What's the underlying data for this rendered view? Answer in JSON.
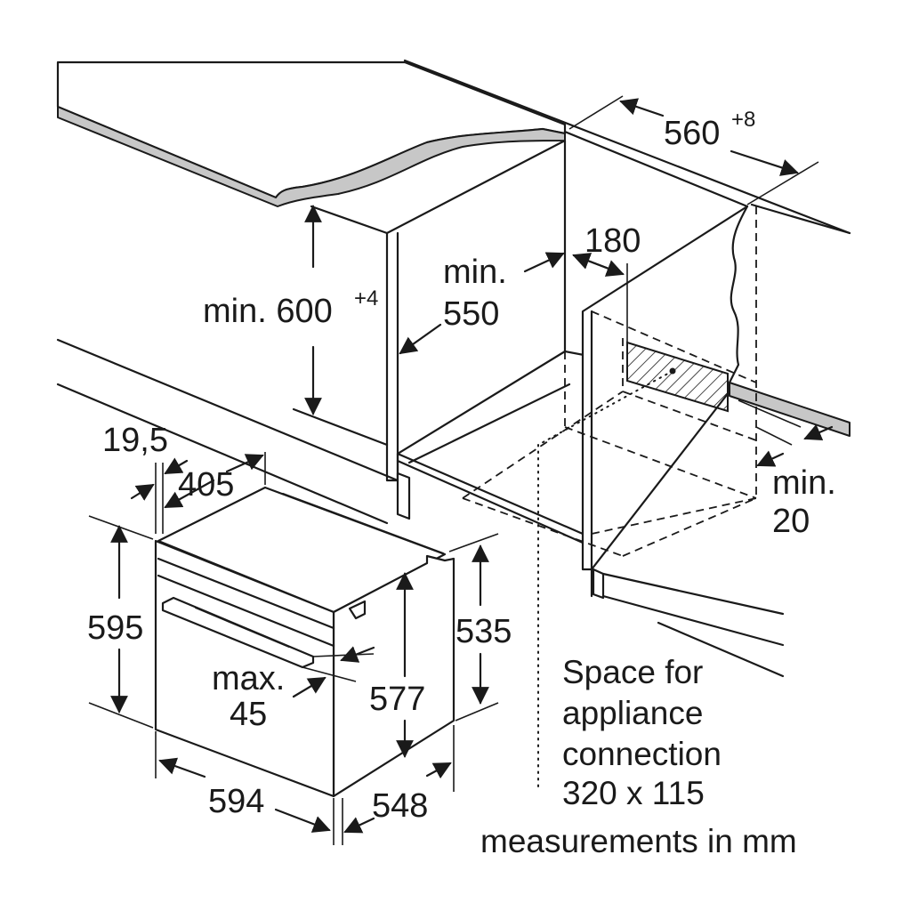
{
  "dimensions": {
    "niche_width_value": "560",
    "niche_width_tol": "+8",
    "niche_height_value": "min. 600",
    "niche_height_tol": "+4",
    "niche_depth_prefix": "min.",
    "niche_depth_value": "550",
    "vent_gap": "180",
    "rear_gap_prefix": "min.",
    "rear_gap_value": "20",
    "front_thickness": "19,5",
    "top_depth": "405",
    "oven_height": "595",
    "oven_body_height": "535",
    "oven_inner_height": "577",
    "handle_prefix": "max.",
    "handle_depth": "45",
    "oven_width": "594",
    "oven_depth": "548"
  },
  "notes": {
    "connection_line1": "Space for",
    "connection_line2": "appliance",
    "connection_line3": "connection",
    "connection_line4": "320 x 115",
    "units": "measurements in mm"
  },
  "colors": {
    "line": "#1a1a1a",
    "countertop_edge": "#c7c7c7",
    "background": "#ffffff"
  }
}
